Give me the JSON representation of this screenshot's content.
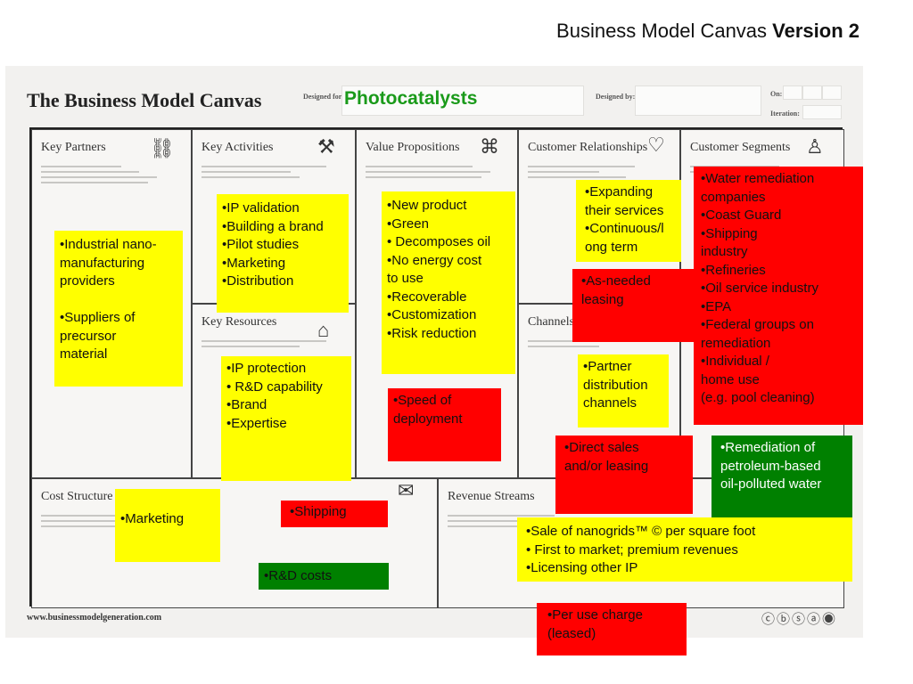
{
  "slide_title": {
    "prefix": "Business Model Canvas ",
    "version": "Version 2"
  },
  "canvas": {
    "title": "The Business Model Canvas",
    "designed_for_label": "Designed for:",
    "project_name": "Photocatalysts",
    "designed_by_label": "Designed by:",
    "on_label": "On:",
    "iteration_label": "Iteration:",
    "footer_url": "www.businessmodelgeneration.com",
    "cc_icons": "ⓒⓑⓢⓐ◉",
    "blocks": {
      "key_partners": "Key Partners",
      "key_activities": "Key Activities",
      "key_resources": "Key Resources",
      "value_propositions": "Value Propositions",
      "customer_relationships": "Customer Relationships",
      "channels": "Channels",
      "customer_segments": "Customer Segments",
      "cost_structure": "Cost Structure",
      "revenue_streams": "Revenue Streams"
    },
    "icons": {
      "key_partners": "chain-link-icon",
      "key_activities": "worker-icon",
      "key_resources": "factory-icon",
      "value_propositions": "gift-icon",
      "customer_relationships": "heart-icon",
      "channels": "truck-icon",
      "customer_segments": "person-icon",
      "cost_structure": "price-tag-icon",
      "revenue_streams": "money-bag-icon"
    }
  },
  "colors": {
    "yellow": "#ffff00",
    "red": "#ff0000",
    "green": "#008000",
    "project_name": "#1a9a1a"
  },
  "notes": {
    "key_partners": "•Industrial nano-\nmanufacturing\nproviders\n\n•Suppliers of\nprecursor\nmaterial",
    "key_activities": "•IP validation\n•Building a brand\n•Pilot studies\n•Marketing\n•Distribution",
    "key_resources": "•IP protection\n• R&D capability\n•Brand\n•Expertise",
    "value_propositions": "•New product\n•Green\n• Decomposes oil\n•No energy cost\nto use\n•Recoverable\n•Customization\n•Risk reduction",
    "speed": "•Speed of\ndeployment",
    "relationships": "•Expanding\ntheir services\n•Continuous/l\nong term",
    "leasing": "•As-needed\nleasing",
    "channels_partner": "•Partner\n distribution\nchannels",
    "direct_sales": "•Direct sales\nand/or leasing",
    "segments": "•Water remediation\n companies\n•Coast Guard\n•Shipping\n industry\n•Refineries\n•Oil service industry\n•EPA\n•Federal groups on\nremediation\n•Individual /\nhome use\n(e.g. pool cleaning)",
    "remediation": "•Remediation of\npetroleum-based\noil-polluted water",
    "cost_marketing": "•Marketing",
    "cost_shipping": "•Shipping",
    "cost_rd": "•R&D costs",
    "revenue_sale": "•Sale of nanogrids™ © per square foot\n• First to market; premium revenues\n•Licensing other IP",
    "revenue_per_use": "•Per use charge\n(leased)"
  }
}
